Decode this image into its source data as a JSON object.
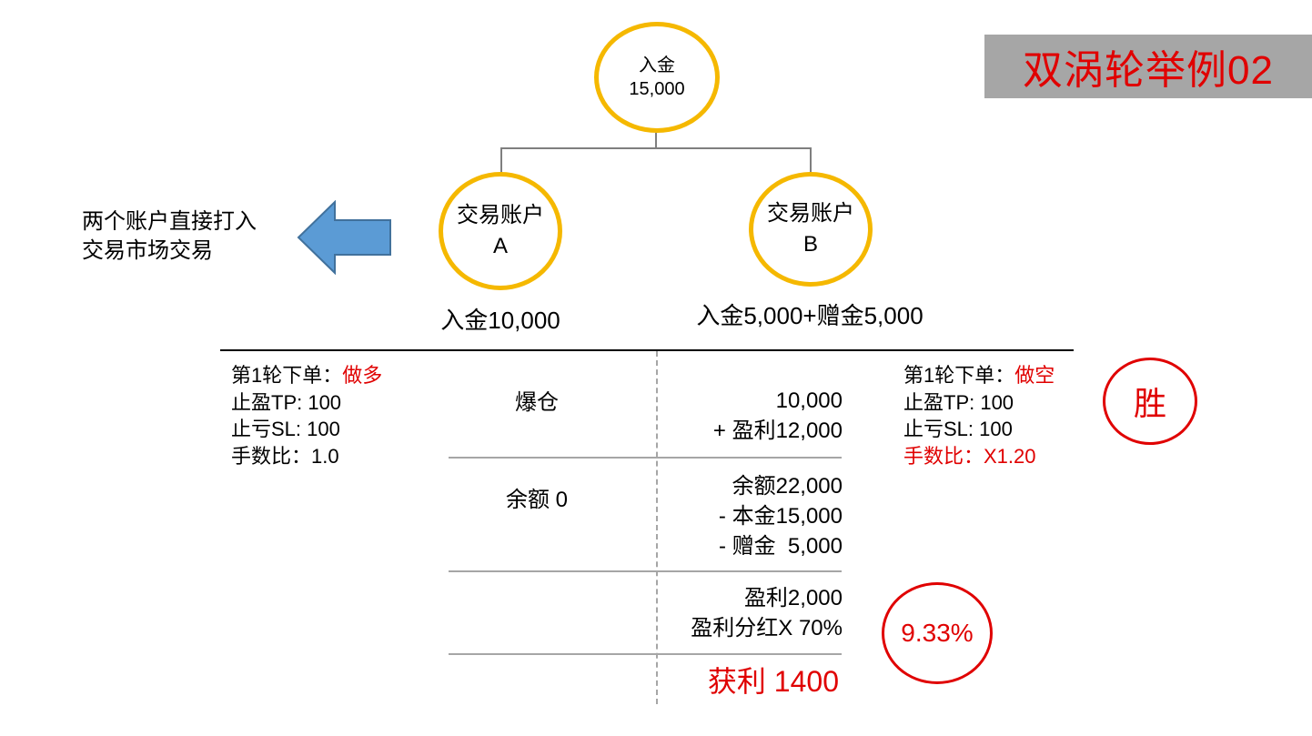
{
  "title": "双涡轮举例02",
  "colors": {
    "gold": "#f5b800",
    "red": "#e00000",
    "arrow": "#5b9bd5",
    "title_bg": "#a6a6a6"
  },
  "top_node": {
    "label": "入金",
    "amount": "15,000"
  },
  "account_a": {
    "label": "交易账户",
    "id": "A",
    "deposit": "入金10,000"
  },
  "account_b": {
    "label": "交易账户",
    "id": "B",
    "deposit": "入金5,000+赠金5,000"
  },
  "arrow_note": {
    "line1": "两个账户直接打入",
    "line2": "交易市场交易"
  },
  "left_order": {
    "round_label": "第1轮下单：",
    "direction": "做多",
    "tp": "止盈TP: 100",
    "sl": "止亏SL: 100",
    "ratio": "手数比：1.0"
  },
  "right_order": {
    "round_label": "第1轮下单：",
    "direction": "做空",
    "tp": "止盈TP: 100",
    "sl": "止亏SL: 100",
    "ratio": "手数比：X1.20"
  },
  "table": {
    "a_result": "爆仓",
    "a_balance": "余额 0",
    "b_row1": {
      "line1": "10,000",
      "line2": "+ 盈利12,000"
    },
    "b_row2": {
      "line1": "余额22,000",
      "line2": "- 本金15,000",
      "line3": "- 赠金  5,000"
    },
    "b_row3": {
      "line1": "盈利2,000",
      "line2": "盈利分红X 70%"
    },
    "b_final": "获利 1400"
  },
  "win_badge": "胜",
  "percent_badge": "9.33%"
}
